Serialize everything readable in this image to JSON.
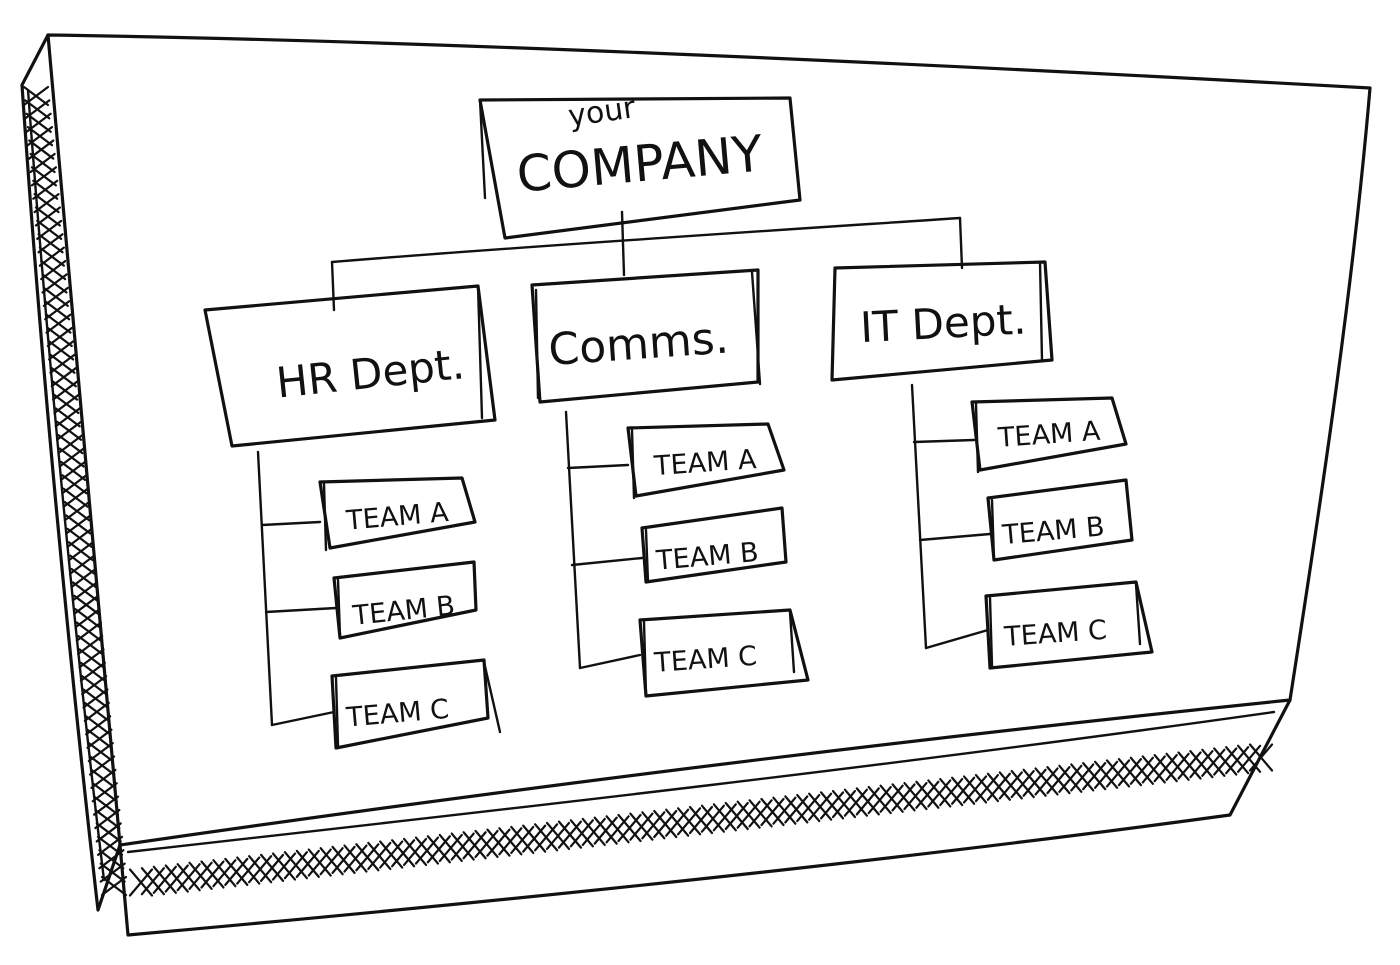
{
  "root": {
    "line1": "your",
    "line2": "COMPANY"
  },
  "departments": [
    {
      "label": "HR Dept.",
      "teams": [
        "TEAM A",
        "TEAM B",
        "TEAM C"
      ]
    },
    {
      "label": "Comms.",
      "teams": [
        "TEAM A",
        "TEAM B",
        "TEAM C"
      ]
    },
    {
      "label": "IT Dept.",
      "teams": [
        "TEAM A",
        "TEAM B",
        "TEAM C"
      ]
    }
  ],
  "colors": {
    "ink": "#111111",
    "paper": "#ffffff"
  }
}
